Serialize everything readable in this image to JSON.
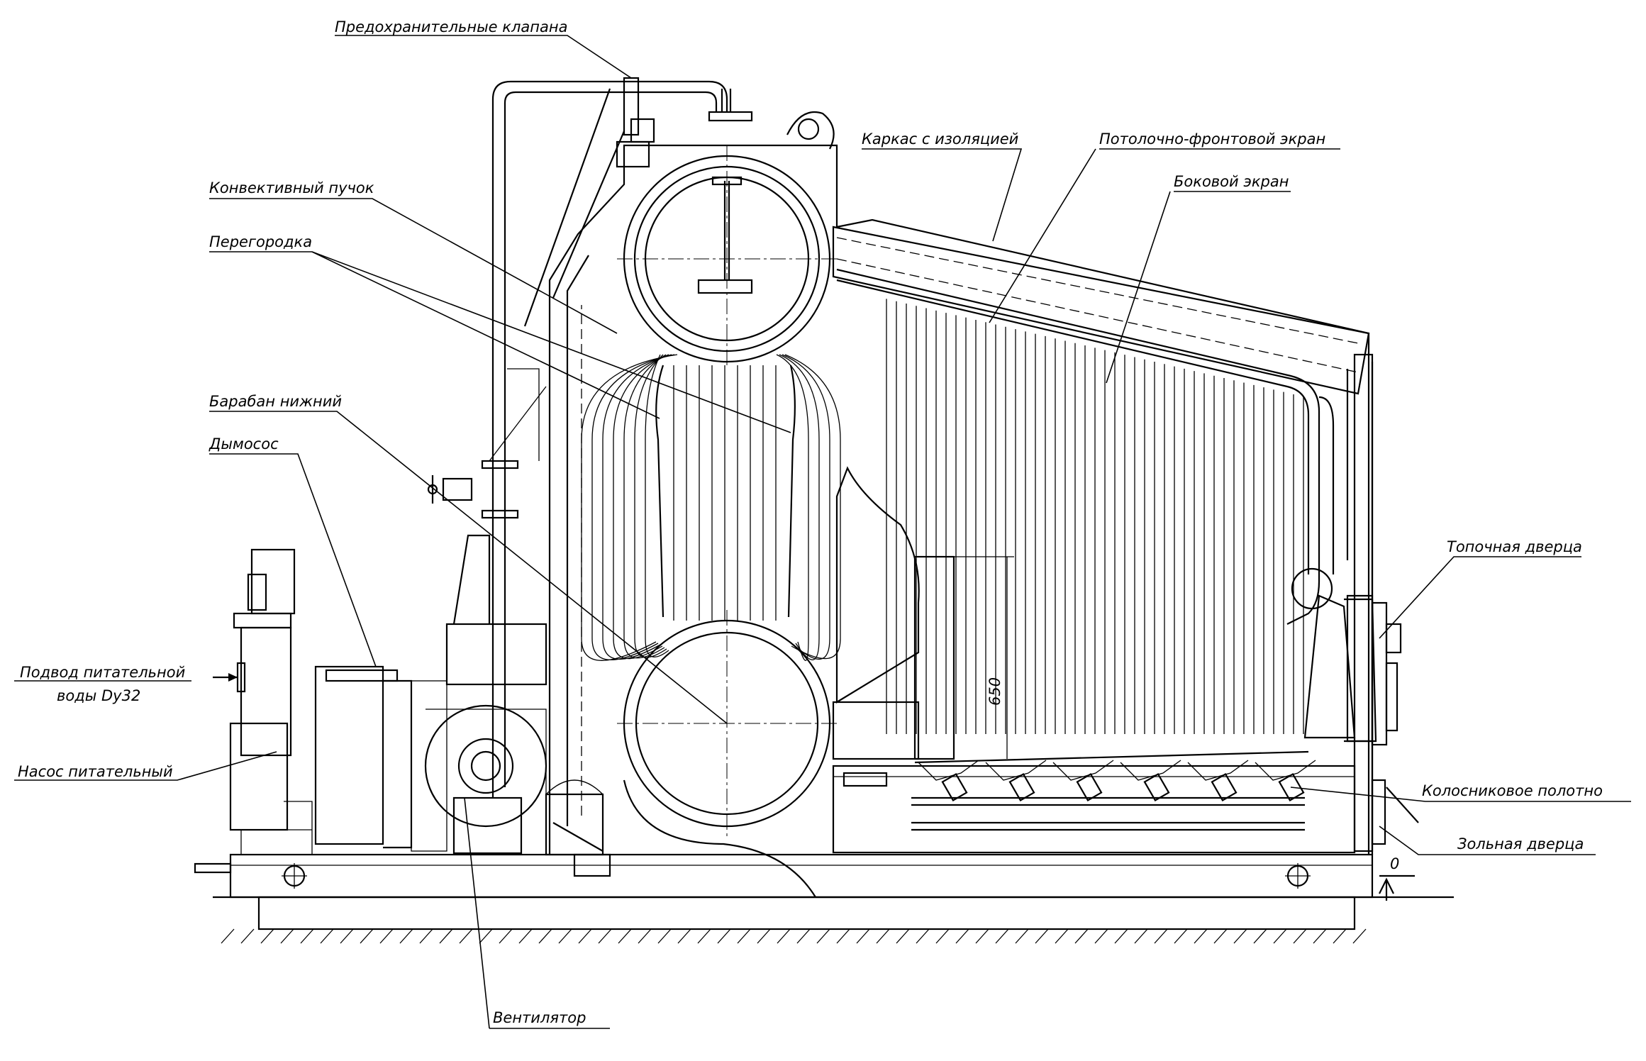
{
  "labels": {
    "safety_valves": "Предохранительные клапана",
    "frame_insulation": "Каркас с изоляцией",
    "ceiling_front_screen": "Потолочно-фронтовой экран",
    "side_screen": "Боковой экран",
    "convective_bundle": "Конвективный пучок",
    "partition": "Перегородка",
    "lower_drum": "Барабан нижний",
    "smoke_exhauster": "Дымосос",
    "feed_water_line1": "Подвод питательной",
    "feed_water_line2": "воды Dy32",
    "feed_pump": "Насос питательный",
    "furnace_door": "Топочная дверца",
    "grate": "Колосниковое полотно",
    "ash_door": "Зольная дверца",
    "fan": "Вентилятор",
    "dimension_650": "650",
    "level_zero": "0"
  }
}
